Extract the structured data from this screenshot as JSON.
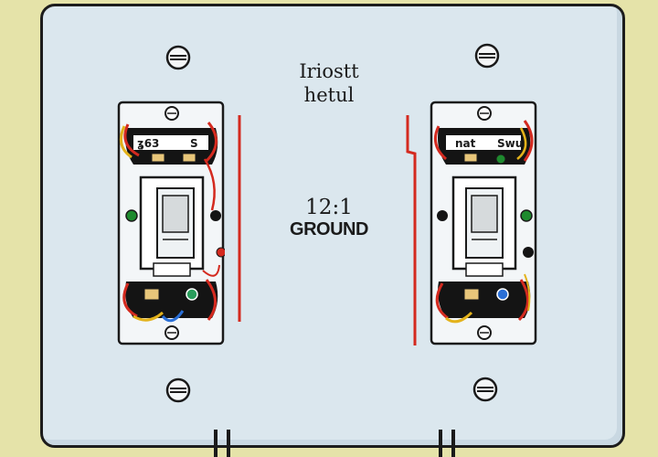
{
  "center_labels": {
    "line1": "Iriostt",
    "line2": "hetul",
    "number": "12:1",
    "ground": "GROUND"
  },
  "left_switch": {
    "terminal_left": "ʓ63",
    "terminal_right": "S"
  },
  "right_switch": {
    "terminal_left": "nat",
    "terminal_right": "Swu"
  },
  "colors": {
    "background": "#e5e3a9",
    "plate": "#dbe7ee",
    "wire_red": "#d42a1f",
    "wire_yellow": "#e3b21b",
    "wire_blue": "#2a6fd6",
    "indicator_green": "#1e8a2e"
  }
}
